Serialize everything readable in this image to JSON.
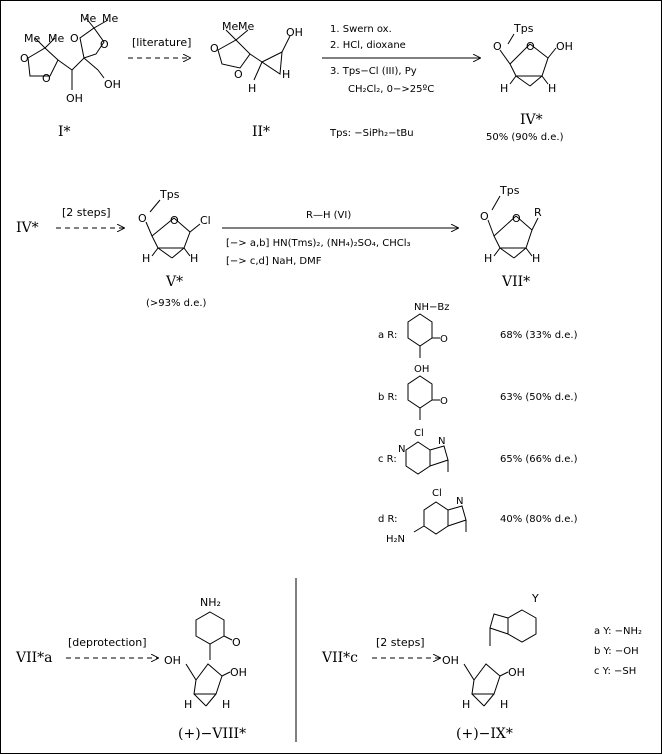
{
  "scheme1": {
    "compound_I": "I*",
    "arrow1": "[literature]",
    "compound_II": "II*",
    "step1": "1. Swern ox.",
    "step2": "2. HCl, dioxane",
    "step3": "3. Tps−Cl (III), Py",
    "step3b": "CH₂Cl₂, 0−>25ºC",
    "compound_IV": "IV*",
    "yield_IV": "50% (90% d.e.)",
    "tps_def": "Tps: −SiPh₂−tBu"
  },
  "scheme2": {
    "start": "IV*",
    "arrow": "[2 steps]",
    "compound_V": "V*",
    "de_V": "(>93% d.e.)",
    "reagent": "R—H  (VI)",
    "cond_ab": "[−> a,b]  HN(Tms)₂, (NH₄)₂SO₄, CHCl₃",
    "cond_cd": "[−> c,d]  NaH, DMF",
    "compound_VII": "VII*"
  },
  "substituents": [
    {
      "label": "a R:",
      "group": "NH−Bz",
      "yield": "68% (33% d.e.)"
    },
    {
      "label": "b R:",
      "group": "OH",
      "yield": "63% (50% d.e.)"
    },
    {
      "label": "c R:",
      "group": "Cl",
      "yield": "65% (66% d.e.)"
    },
    {
      "label": "d R:",
      "group": "Cl",
      "yield": "40% (80% d.e.)"
    }
  ],
  "scheme3": {
    "start": "VII*a",
    "arrow": "[deprotection]",
    "product": "(+)−VIII*",
    "nh2": "NH₂"
  },
  "scheme4": {
    "start": "VII*c",
    "arrow": "[2 steps]",
    "product": "(+)−IX*",
    "y_label": "Y",
    "y_options": [
      "a Y: −NH₂",
      "b Y: −OH",
      "c Y: −SH"
    ]
  },
  "atoms": {
    "O": "O",
    "OH": "OH",
    "H": "H",
    "Me": "Me",
    "Tps": "Tps",
    "Cl": "Cl",
    "R": "R",
    "N": "N",
    "H2N": "H₂N"
  }
}
